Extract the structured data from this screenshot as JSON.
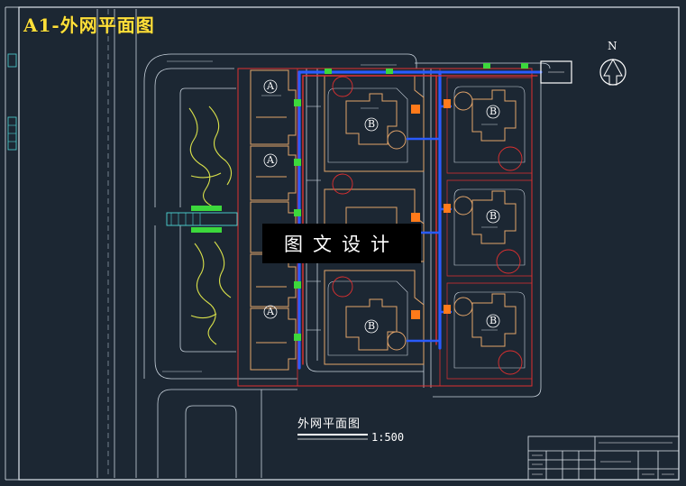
{
  "sheet_title": "A1-外网平面图",
  "north_label": "N",
  "plan_caption": "外网平面图",
  "plan_scale": "1:500",
  "watermark": "图文设计",
  "building_types": [
    "A",
    "B"
  ],
  "colors": {
    "background": "#1c2733",
    "title": "#ffe03a",
    "water_pipe": "#2a5bff",
    "site_boundary": "#e03030",
    "building_outline": "#e2a46a",
    "road_outline": "#c8d2dc",
    "landscape": "#d8e04a",
    "grass": "#3cd83c"
  }
}
